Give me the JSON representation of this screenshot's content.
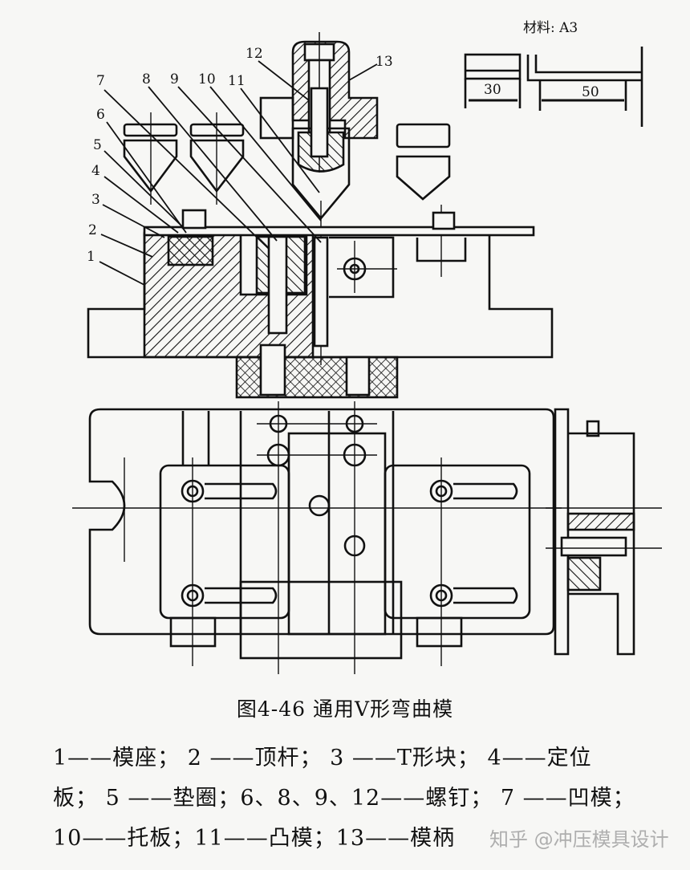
{
  "figure": {
    "caption": "图4-46   通用V形弯曲模",
    "material_label": "材料: A3",
    "dimensions": [
      "30",
      "50"
    ],
    "part_numbers": [
      "1",
      "2",
      "3",
      "4",
      "5",
      "6",
      "7",
      "8",
      "9",
      "10",
      "11",
      "12",
      "13"
    ]
  },
  "legend": {
    "line1": "1——模座； 2 ——顶杆； 3 ——T形块； 4——定位",
    "line2": "板； 5 ——垫圈；6、8、9、12——螺钉； 7 ——凹模；",
    "line3": "10——托板；11——凸模；13——模柄"
  },
  "watermark": "知乎 @冲压模具设计"
}
